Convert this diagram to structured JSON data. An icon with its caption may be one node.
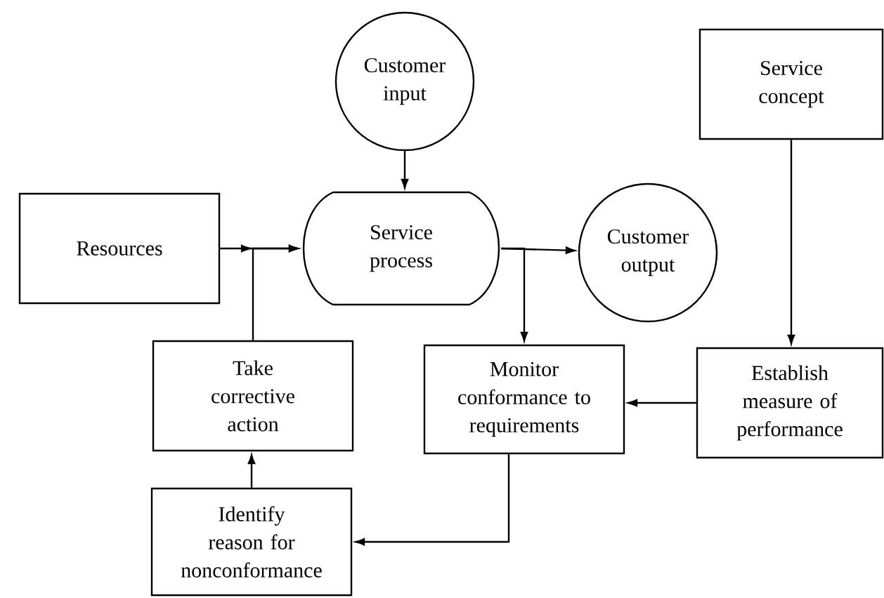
{
  "diagram": {
    "nodes": [
      {
        "text": [
          "Customer input"
        ]
      },
      {
        "text": [
          "Service concept"
        ]
      },
      {
        "text": [
          "Resources"
        ]
      },
      {
        "text": [
          "Service process"
        ]
      },
      {
        "text": [
          "Customer output"
        ]
      },
      {
        "text": [
          "Take corrective action"
        ]
      },
      {
        "text": [
          "Monitor conformance to requirements"
        ]
      },
      {
        "text": [
          "Establish measure of performance"
        ]
      },
      {
        "text": [
          "Identify reason for nonconformance"
        ]
      }
    ],
    "edges": [
      {
        "from": 0,
        "to": 3,
        "arrow": "to"
      },
      {
        "from": 2,
        "to": 3,
        "arrow": "to"
      },
      {
        "from": 5,
        "to": 3,
        "arrow": "to"
      },
      {
        "from": 3,
        "to": 4,
        "arrow": "to"
      },
      {
        "from": 3,
        "to": 6,
        "arrow": "to"
      },
      {
        "from": 1,
        "to": 7,
        "arrow": "to"
      },
      {
        "from": 7,
        "to": 6,
        "arrow": "to"
      },
      {
        "from": 6,
        "to": 8,
        "arrow": "to"
      },
      {
        "from": 8,
        "to": 5,
        "arrow": "to"
      }
    ]
  }
}
